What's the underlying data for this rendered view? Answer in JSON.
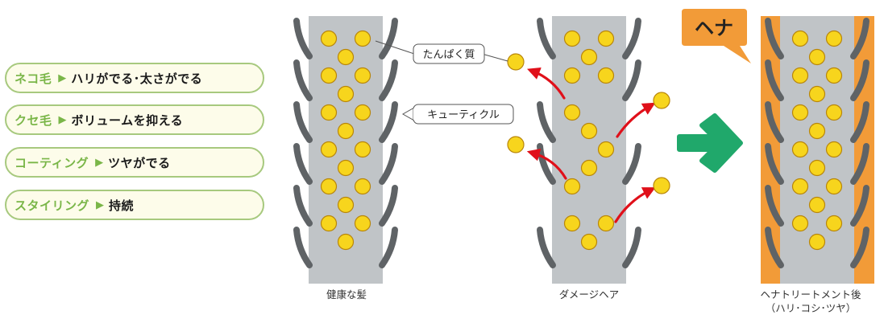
{
  "benefits": [
    {
      "label": "ネコ毛",
      "effect": "ハリがでる･太さがでる"
    },
    {
      "label": "クセ毛",
      "effect": "ボリュームを抑える"
    },
    {
      "label": "コーティング",
      "effect": "ツヤがでる"
    },
    {
      "label": "スタイリング",
      "effect": "持続"
    }
  ],
  "arrow_glyph": "▶",
  "callouts": {
    "protein": "たんぱく質",
    "cuticle": "キューティクル",
    "henna": "ヘナ"
  },
  "captions": {
    "healthy": "健康な髪",
    "damaged": "ダメージヘア",
    "after_line1": "ヘナトリートメント後",
    "after_line2": "（ハリ･コシ･ツヤ）"
  },
  "colors": {
    "hair_core": "#c0c4c7",
    "cuticle": "#5f6366",
    "protein": "#f7d51d",
    "protein_edge": "#b8860b",
    "henna": "#f29b38",
    "green_arrow": "#20a86b",
    "red_arrow": "#e0101a",
    "pill_border": "#a7c97e",
    "pill_label": "#7ab648"
  }
}
